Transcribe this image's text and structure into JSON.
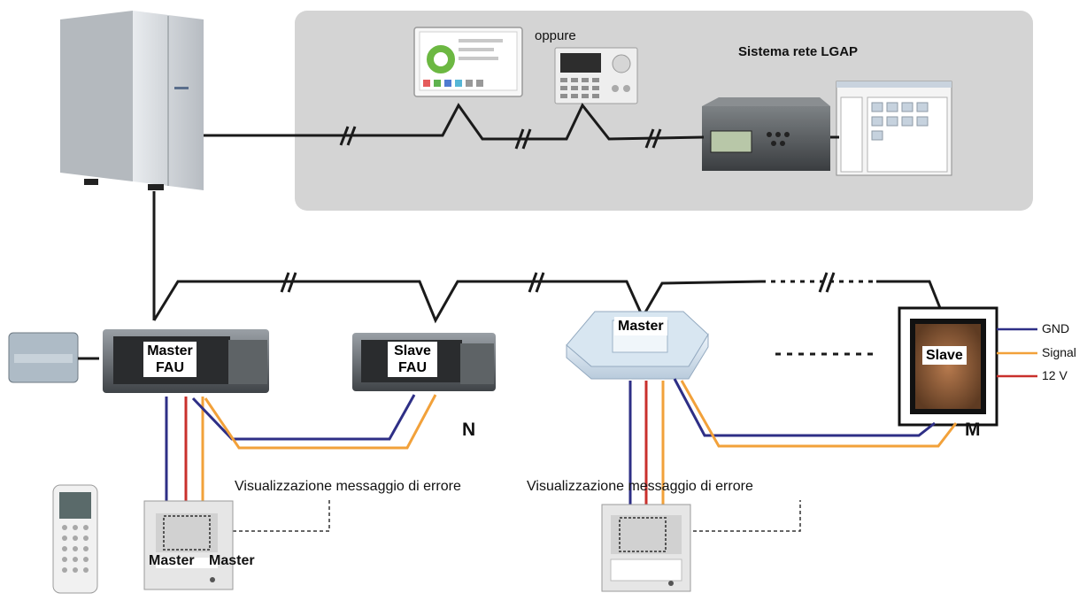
{
  "labels": {
    "oppure": "oppure",
    "lgap": "Sistema rete LGAP",
    "master_fau_line1": "Master",
    "master_fau_line2": "FAU",
    "slave_fau_line1": "Slave",
    "slave_fau_line2": "FAU",
    "master_cassette": "Master",
    "slave_panel": "Slave",
    "n": "N",
    "m": "M",
    "gnd": "GND",
    "signal": "Signal",
    "v12": "12 V",
    "error1": "Visualizzazione messaggio di errore",
    "error2": "Visualizzazione messaggio di errore",
    "master1": "Master",
    "master2": "Master"
  },
  "colors": {
    "panel_bg": "#d4d4d4",
    "line_black": "#1a1a1a",
    "wire_blue": "#2e2f86",
    "wire_red": "#c9302c",
    "wire_orange": "#f2a13a"
  }
}
